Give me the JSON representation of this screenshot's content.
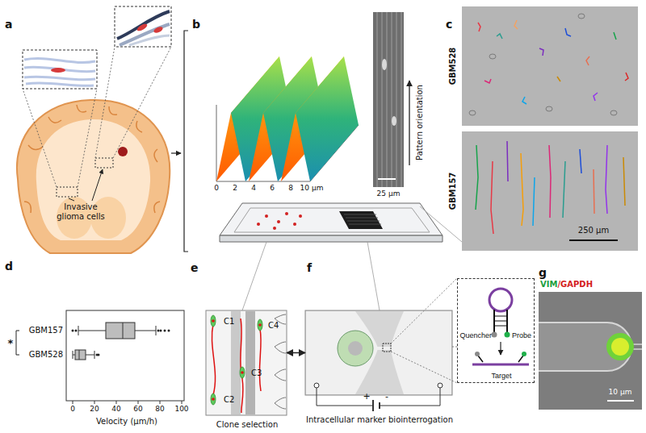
{
  "diagram": {
    "nodes": [
      {
        "text": [
          "C1",
          "C2",
          "C3",
          "C4",
          "Clone selection"
        ]
      },
      {
        "text": [
          "Intracellular marker biointerrogation"
        ]
      },
      {
        "text": [
          "Quencher",
          "Probe",
          "Target"
        ]
      }
    ],
    "edges": [
      {
        "from": 0,
        "to": 1,
        "arrow": "both"
      },
      {
        "from": 1,
        "to": 2,
        "arrow": "none"
      }
    ],
    "labels": [
      "a",
      "Invasive glioma cells",
      "b",
      "0",
      "2",
      "4",
      "6",
      "8",
      "10 μm",
      "25 μm",
      "Pattern orientation",
      "c",
      "GBM528",
      "GBM157",
      "250 μm",
      "d",
      "GBM157",
      "GBM528",
      "*",
      "0",
      "20",
      "40",
      "60",
      "80",
      "100",
      "Velocity (μm/h)",
      "e",
      "f",
      "+",
      "-",
      "g",
      "VIM",
      "/",
      "GAPDH",
      "10 μm"
    ]
  }
}
